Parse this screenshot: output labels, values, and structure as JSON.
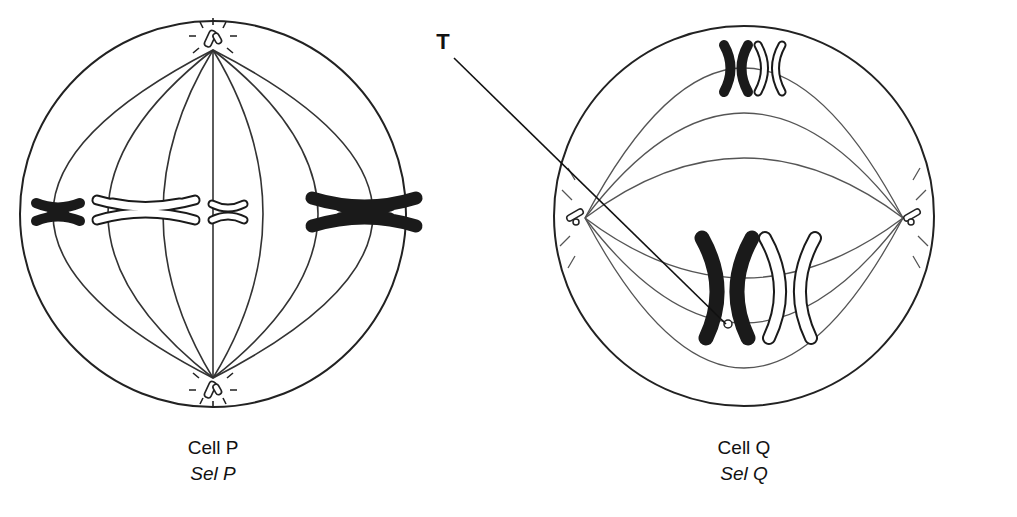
{
  "diagram": {
    "labels": [
      "T",
      "Cell P",
      "Sel P",
      "Cell Q",
      "Sel Q"
    ]
  }
}
